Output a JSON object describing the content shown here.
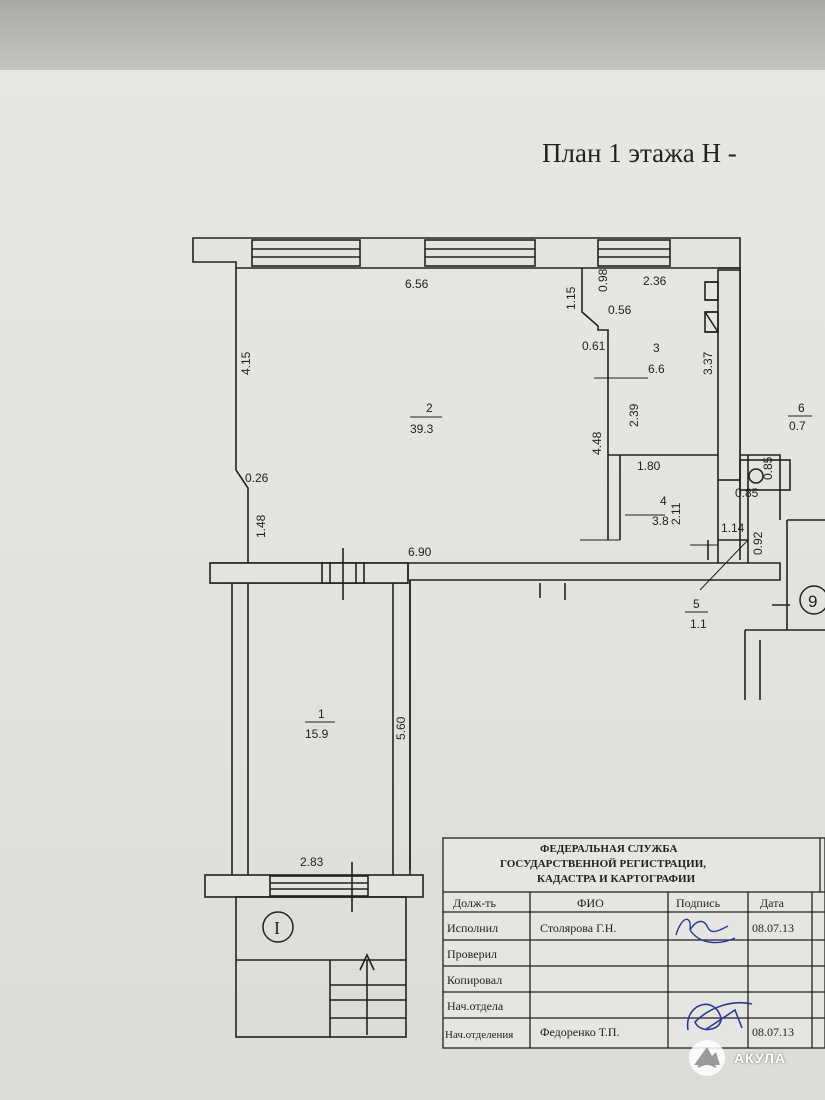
{
  "title": "План 1 этажа  Н -",
  "rooms": [
    {
      "number": "1",
      "area": "15.9"
    },
    {
      "number": "2",
      "area": "39.3"
    },
    {
      "number": "3",
      "area": "6.6"
    },
    {
      "number": "4",
      "area": "3.8"
    },
    {
      "number": "5",
      "area": "1.1"
    },
    {
      "number": "6",
      "area": "0.7"
    }
  ],
  "dimensions": {
    "d656": "6.56",
    "d415": "4.15",
    "d026": "0.26",
    "d148": "1.48",
    "d690": "6.90",
    "d115": "1.15",
    "d098": "0.98",
    "d236": "2.36",
    "d056": "0.56",
    "d061": "0.61",
    "d337": "3.37",
    "d239": "2.39",
    "d448": "4.48",
    "d180": "1.80",
    "d211": "2.11",
    "d114": "1.14",
    "d092": "0.92",
    "d085": "0.85",
    "d085b": "0.85",
    "d560": "5.60",
    "d283": "2.83"
  },
  "entrance_mark": "I",
  "circle_mark": "9",
  "stamp": {
    "org_line1": "ФЕДЕРАЛЬНАЯ СЛУЖБА",
    "org_line2": "ГОСУДАРСТВЕННОЙ РЕГИСТРАЦИИ,",
    "org_line3": "КАДАСТРА И КАРТОГРАФИИ",
    "headers": [
      "Долж-ть",
      "ФИО",
      "Подпись",
      "Дата"
    ],
    "rows": [
      {
        "role": "Исполнил",
        "name": "Столярова Г.Н.",
        "date": "08.07.13"
      },
      {
        "role": "Проверил",
        "name": "",
        "date": ""
      },
      {
        "role": "Копировал",
        "name": "",
        "date": ""
      },
      {
        "role": "Нач.отдела",
        "name": "",
        "date": ""
      },
      {
        "role": "Нач.отделения",
        "name": "Федоренко Т.П.",
        "date": "08.07.13"
      }
    ]
  },
  "watermark": {
    "name": "АКУЛА",
    "icon": "shark-fin-logo-icon"
  },
  "colors": {
    "ink": "#222222",
    "paper": "#e6e5e1",
    "stamp_ink": "#2a3a9a"
  }
}
